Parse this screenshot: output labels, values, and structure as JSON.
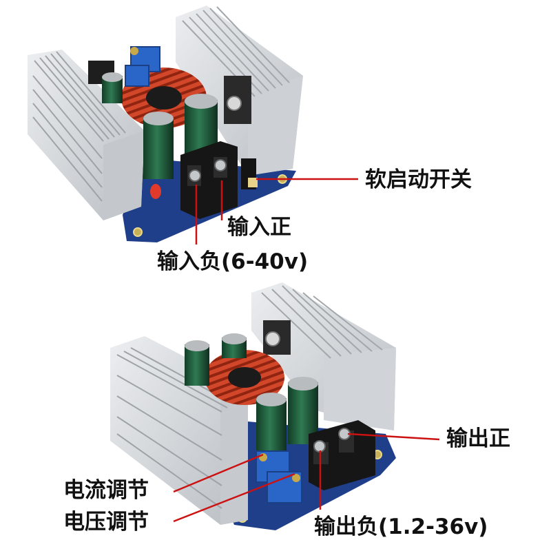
{
  "image": {
    "subject": "DC-DC buck converter module",
    "top_view": "input side",
    "bottom_view": "output side"
  },
  "labels": {
    "soft_start_switch": "软启动开关",
    "input_positive": "输入正",
    "input_negative": "输入负(6-40v)",
    "output_positive": "输出正",
    "current_adjust": "电流调节",
    "voltage_adjust": "电压调节",
    "output_negative": "输出负(1.2-36v)"
  },
  "colors": {
    "leader_line": "#cc1111",
    "label_text": "#111111",
    "pcb": "#1f3f8a",
    "heatsink": "#d9dcdf",
    "inductor_wire": "#c2381c",
    "capacitor": "#1e5a3a",
    "terminal": "#161616",
    "potentiometer": "#2a66c8"
  }
}
